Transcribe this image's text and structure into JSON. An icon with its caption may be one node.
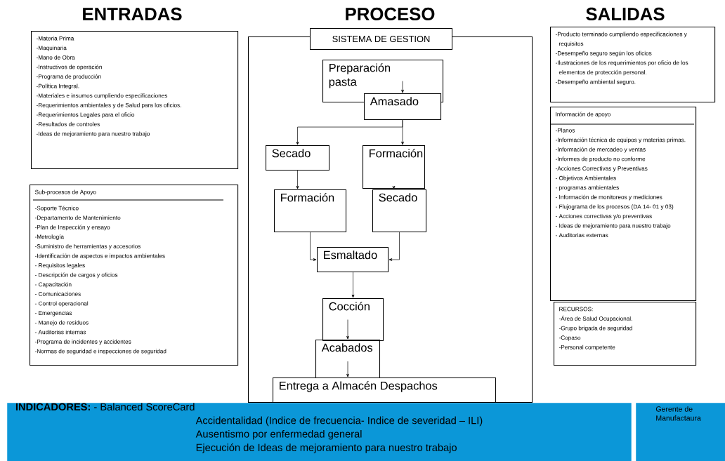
{
  "diagram": {
    "nodes": [
      {
        "text": [
          "-Materia Prima",
          "-Maquinaria",
          "-Mano de Obra",
          "-Instructivos de operación",
          "-Programa de producción",
          "-Política Integral.",
          "-Materiales e insumos cumpliendo especificaciones",
          "-Requerimientos ambientales y de Salud para los oficios.",
          "-Requerimientos Legales para el oficio",
          "-Resultados de controles",
          "-Ideas de mejoramiento para nuestro  trabajo"
        ]
      },
      {
        "text": [
          "Sub-procesos de Apoyo",
          "-Soporte Técnico",
          "-Departamento de Mantenimiento",
          "-Plan de Inspección y ensayo",
          "-Metrología",
          "-Suministro de herramientas y accesorios",
          "-Identificación de aspectos  e impactos ambientales",
          "- Requisitos legales",
          "- Descripción de cargos y oficios",
          "- Capacitación",
          "- Comunicaciones",
          "- Control operacional",
          "- Emergencias",
          "- Manejo de residuos",
          "- Auditorias internas",
          "-Programa de incidentes y accidentes",
          "-Normas de seguridad e inspecciones de seguridad"
        ]
      },
      {
        "text": [
          "SISTEMA DE GESTION"
        ]
      },
      {
        "text": [
          "Preparación pasta"
        ],
        "in": 2
      },
      {
        "text": [
          "Amasado"
        ],
        "in": 2
      },
      {
        "text": [
          "Secado"
        ],
        "in": 2
      },
      {
        "text": [
          "Formación"
        ],
        "in": 2
      },
      {
        "text": [
          "Formación"
        ],
        "in": 2
      },
      {
        "text": [
          "Secado"
        ],
        "in": 2
      },
      {
        "text": [
          "Esmaltado"
        ],
        "in": 2
      },
      {
        "text": [
          "Cocción"
        ],
        "in": 2
      },
      {
        "text": [
          "Acabados"
        ],
        "in": 2
      },
      {
        "text": [
          "Entrega a Almacén Despachos"
        ],
        "in": 2
      },
      {
        "text": [
          "-Producto terminado cumpliendo especificaciones y requisitos",
          "-Desempeño seguro según los oficios",
          "-Ilustraciones de los requerimientos por oficio de los elementos de protección personal.",
          "-Desempeño ambiental seguro."
        ]
      },
      {
        "text": [
          "Información de apoyo",
          "-Planos",
          "-Información técnica de equipos y materias primas.",
          "-Información de mercadeo y ventas",
          "-Informes de producto no conforme",
          "-Acciones Correctivas y Preventivas",
          "- Objetivos Ambientales",
          "- programas ambientales",
          "- Información de monitoreos y mediciones",
          "- Flujograma de los procesos (DA 14- 01 y 03)",
          "- Acciones correctivas y/o preventivas",
          "- Ideas de mejoramiento para nuestro trabajo",
          "- Auditorias externas"
        ]
      },
      {
        "text": [
          "RECURSOS:",
          "-Área de Salud Ocupacional.",
          "-Grupo brigada de seguridad",
          "-Copaso",
          "-Personal competente"
        ]
      },
      {
        "text": [
          "**INDICADORES:** - Balanced ScoreCard",
          "Accidentalidad (Indice de frecuencia- Indice de severidad – ILI)",
          "Ausentismo por enfermedad general",
          "Ejecución de Ideas de mejoramiento para nuestro trabajo"
        ]
      },
      {
        "text": [
          "Gerente de Manufactaura"
        ]
      }
    ],
    "edges": [
      {
        "from": 3,
        "to": 4,
        "arrow": "to"
      },
      {
        "from": 4,
        "to": 5,
        "arrow": "to"
      },
      {
        "from": 4,
        "to": 6,
        "arrow": "to"
      },
      {
        "from": 5,
        "to": 7,
        "arrow": "to"
      },
      {
        "from": 6,
        "to": 8,
        "arrow": "to"
      },
      {
        "from": 7,
        "to": 9,
        "arrow": "to"
      },
      {
        "from": 8,
        "to": 9,
        "arrow": "to"
      },
      {
        "from": 9,
        "to": 10,
        "arrow": "to"
      },
      {
        "from": 10,
        "to": 11,
        "arrow": "to"
      },
      {
        "from": 11,
        "to": 12,
        "arrow": "to"
      }
    ],
    "labels": [
      "ENTRADAS",
      "PROCESO",
      "SALIDAS"
    ]
  }
}
